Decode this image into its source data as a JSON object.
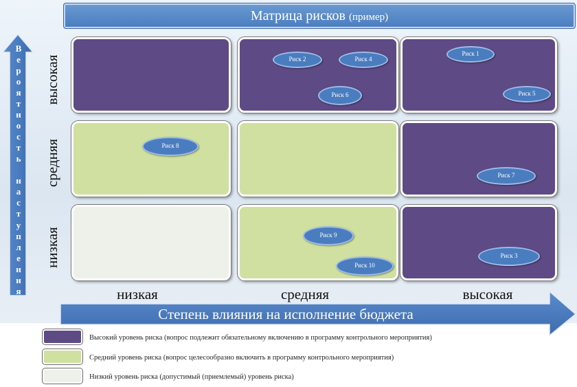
{
  "title": {
    "main": "Матрица рисков",
    "sub": "(пример)"
  },
  "y_axis": {
    "label": "Вероятность наступления",
    "levels": [
      "высокая",
      "средняя",
      "низкая"
    ]
  },
  "x_axis": {
    "label": "Степень влияния на исполнение бюджета",
    "levels": [
      "низкая",
      "средняя",
      "высокая"
    ]
  },
  "colors": {
    "high": "#5e4a85",
    "medium": "#cfe0a0",
    "low": "#eef0ea",
    "risk": "#4a7cc0",
    "arrow": "#4a7cc0"
  },
  "matrix": [
    {
      "probability": "высокая",
      "impact": "низкая",
      "level": "high",
      "risks": []
    },
    {
      "probability": "высокая",
      "impact": "средняя",
      "level": "high",
      "risks": [
        "Риск 2",
        "Риск 4",
        "Риск 6"
      ]
    },
    {
      "probability": "высокая",
      "impact": "высокая",
      "level": "high",
      "risks": [
        "Риск 1",
        "Риск 5"
      ]
    },
    {
      "probability": "средняя",
      "impact": "низкая",
      "level": "medium",
      "risks": [
        "Риск 8"
      ]
    },
    {
      "probability": "средняя",
      "impact": "средняя",
      "level": "medium",
      "risks": []
    },
    {
      "probability": "средняя",
      "impact": "высокая",
      "level": "high",
      "risks": [
        "Риск 7"
      ]
    },
    {
      "probability": "низкая",
      "impact": "низкая",
      "level": "low",
      "risks": []
    },
    {
      "probability": "низкая",
      "impact": "средняя",
      "level": "medium",
      "risks": [
        "Риск 9",
        "Риск 10"
      ]
    },
    {
      "probability": "низкая",
      "impact": "высокая",
      "level": "high",
      "risks": [
        "Риск 3"
      ]
    }
  ],
  "legend": [
    {
      "level": "high",
      "text": "Высокий уровень риска (вопрос подлежит обязательному включению в программу контрольного мероприятия)"
    },
    {
      "level": "medium",
      "text": "Средний уровень риска (вопрос целесообразно включить в программу контрольного мероприятия)"
    },
    {
      "level": "low",
      "text": "Низкий уровень риска (допустимый (приемлемый) уровень риска)"
    }
  ]
}
